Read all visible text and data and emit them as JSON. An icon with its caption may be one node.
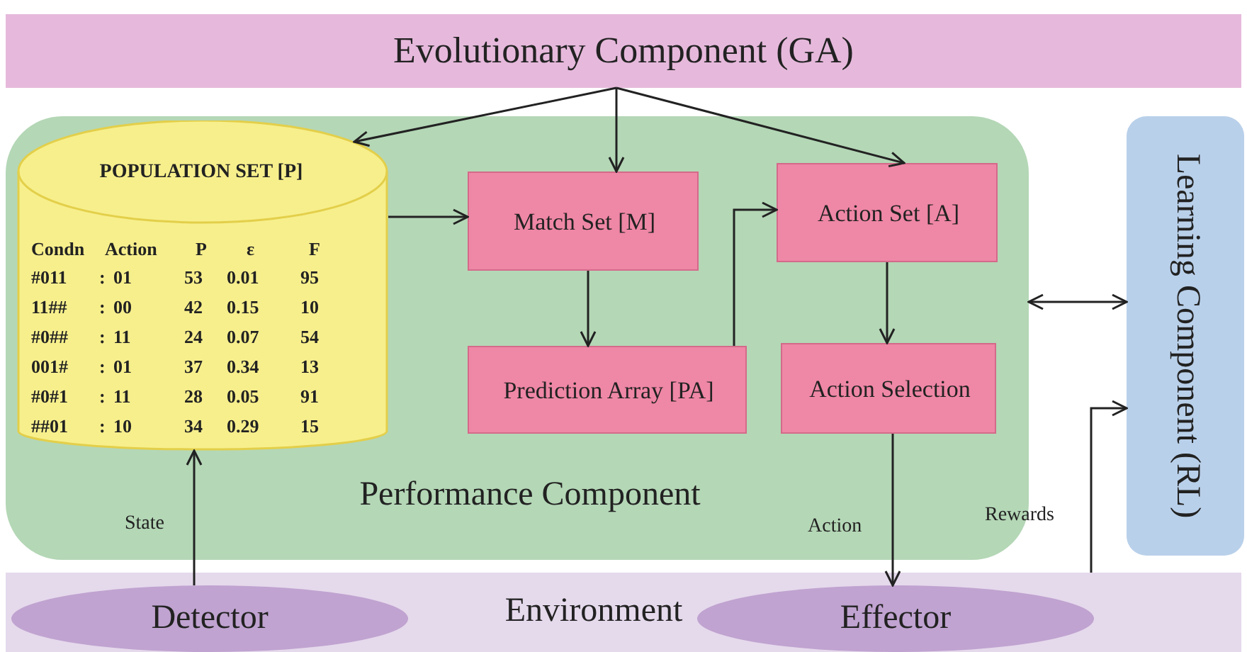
{
  "diagram": {
    "nodes": [
      {
        "text": [
          "Evolutionary Component (GA)"
        ]
      },
      {
        "text": [
          "Performance Component"
        ]
      },
      {
        "text": [
          "POPULATION SET [P]"
        ],
        "in": 1
      },
      {
        "text": [
          "Match Set [M]"
        ],
        "in": 1
      },
      {
        "text": [
          "Action Set [A]"
        ],
        "in": 1
      },
      {
        "text": [
          "Prediction Array [PA]"
        ],
        "in": 1
      },
      {
        "text": [
          "Action Selection"
        ],
        "in": 1
      },
      {
        "text": [
          "Learning Component (RL)"
        ]
      },
      {
        "text": [
          "Environment"
        ]
      },
      {
        "text": [
          "Detector"
        ],
        "in": 8
      },
      {
        "text": [
          "Effector"
        ],
        "in": 8
      }
    ],
    "edges": [
      {
        "from": 0,
        "to": 2,
        "arrow": "to"
      },
      {
        "from": 0,
        "to": 3,
        "arrow": "to"
      },
      {
        "from": 0,
        "to": 4,
        "arrow": "to"
      },
      {
        "from": 2,
        "to": 3,
        "arrow": "to"
      },
      {
        "from": 3,
        "to": 5,
        "arrow": "to"
      },
      {
        "from": 5,
        "to": 4,
        "arrow": "to"
      },
      {
        "from": 4,
        "to": 6,
        "arrow": "to"
      },
      {
        "from": 1,
        "to": 7,
        "arrow": "both"
      },
      {
        "from": 9,
        "to": 2,
        "arrow": "to",
        "label": "State"
      },
      {
        "from": 6,
        "to": 10,
        "arrow": "to",
        "label": "Action"
      },
      {
        "from": 8,
        "to": 7,
        "arrow": "to",
        "label": "Rewards"
      }
    ],
    "labels": [
      "Condn",
      "Action",
      "P",
      "ε",
      "F",
      "#011",
      ":",
      "01",
      "53",
      "0.01",
      "95",
      "11##",
      ":",
      "00",
      "42",
      "0.15",
      "10",
      "#0##",
      ":",
      "11",
      "24",
      "0.07",
      "54",
      "001#",
      ":",
      "01",
      "37",
      "0.34",
      "13",
      "#0#1",
      ":",
      "11",
      "28",
      "0.05",
      "91",
      "##01",
      ":",
      "10",
      "34",
      "0.29",
      "15"
    ]
  }
}
